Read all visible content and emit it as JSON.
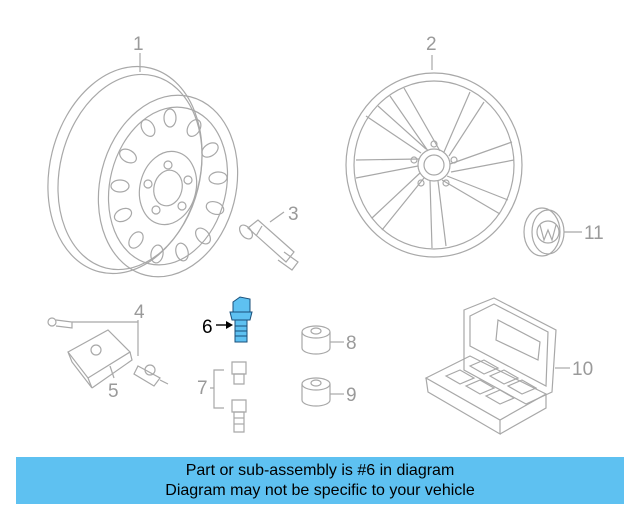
{
  "callouts": {
    "c1": "1",
    "c2": "2",
    "c3": "3",
    "c4": "4",
    "c5": "5",
    "c6": "6",
    "c7": "7",
    "c8": "8",
    "c9": "9",
    "c10": "10",
    "c11": "11"
  },
  "highlighted_part": "6",
  "colors": {
    "highlight": "#5ec1f1",
    "line": "#a8a8a8",
    "banner": "#5ec1f1"
  },
  "banner": {
    "line1": "Part or sub-assembly is #6 in diagram",
    "line2": "Diagram may not be specific to your vehicle"
  }
}
